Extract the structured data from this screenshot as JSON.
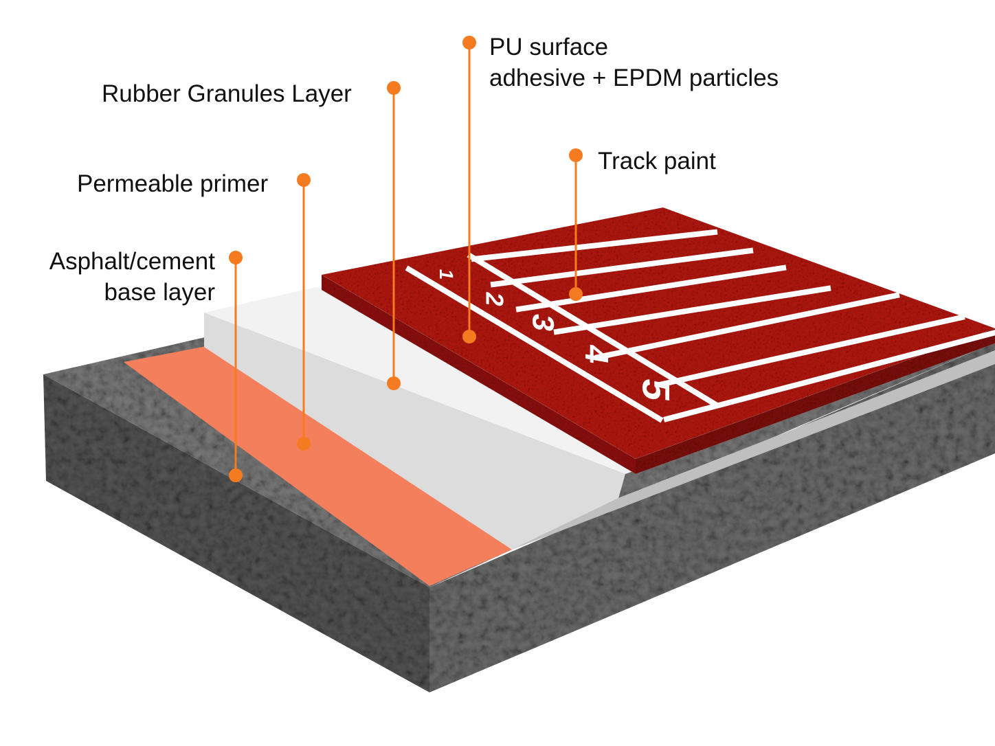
{
  "labels": {
    "pu_surface": {
      "line1": "PU surface",
      "line2": "adhesive + EPDM particles"
    },
    "rubber_granules": "Rubber Granules Layer",
    "track_paint": "Track paint",
    "permeable_primer": "Permeable primer",
    "base_layer": {
      "line1": "Asphalt/cement",
      "line2": "base layer"
    }
  },
  "lanes": [
    "1",
    "2",
    "3",
    "4",
    "5"
  ],
  "colors": {
    "callout": "#f47b20",
    "track_red": "#a51410",
    "primer": "#f47f5c",
    "granules": "#ececec",
    "base": "#6a6a6a"
  }
}
